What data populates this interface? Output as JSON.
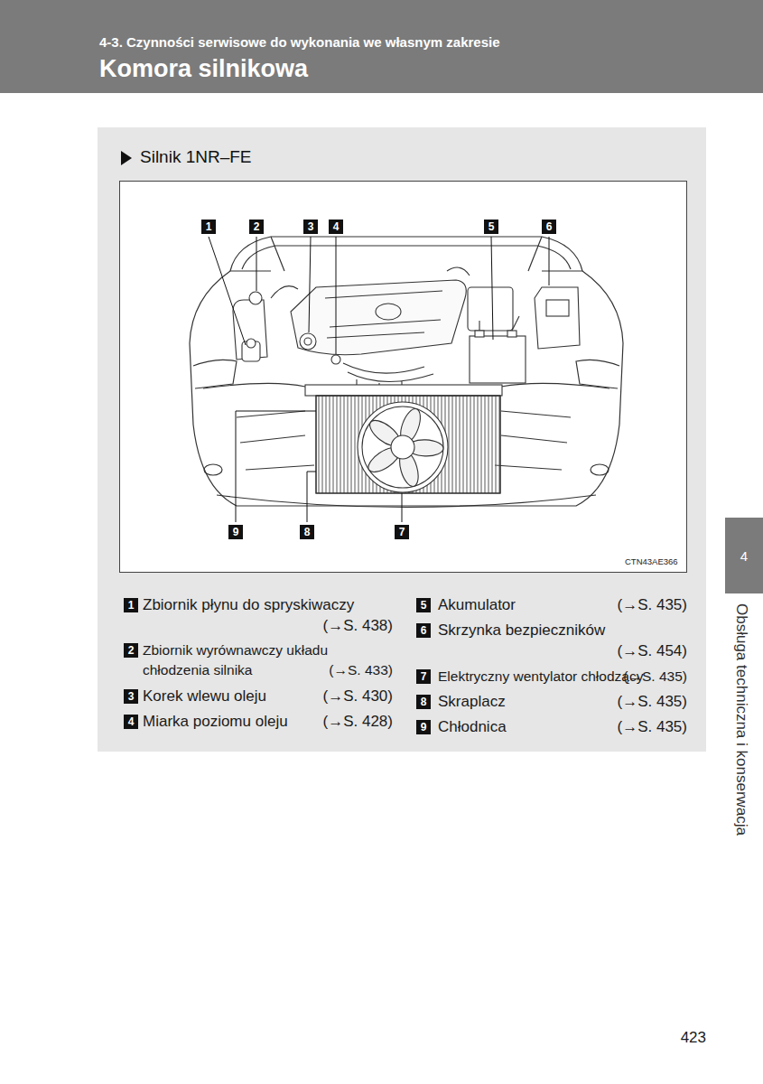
{
  "diagram": {
    "title": "Komora silnikowa",
    "nodes": [
      {
        "text": [
          "Silnik 1NR–FE"
        ]
      },
      {
        "text": [
          "4"
        ]
      }
    ],
    "labels": [
      "4-3. Czynności serwisowe do wykonania we własnym zakresie",
      "1",
      "2",
      "3",
      "4",
      "5",
      "6",
      "9",
      "8",
      "7",
      "CTN43AE366",
      "1",
      "Zbiornik płynu do spryskiwaczy",
      "(→S. 438)",
      "2",
      "Zbiornik wyrównawczy układu chłodzenia silnika",
      "(→S. 433)",
      "3",
      "Korek wlewu oleju",
      "(→S. 430)",
      "4",
      "Miarka poziomu oleju",
      "(→S. 428)",
      "5",
      "Akumulator",
      "(→S. 435)",
      "6",
      "Skrzynka bezpieczników",
      "(→S. 454)",
      "7",
      "Elektryczny wentylator chłodzący",
      "(→S. 435)",
      "8",
      "Skraplacz",
      "(→S. 435)",
      "9",
      "Chłodnica",
      "(→S. 435)",
      "Obsługa techniczna i konserwacja",
      "423"
    ]
  }
}
